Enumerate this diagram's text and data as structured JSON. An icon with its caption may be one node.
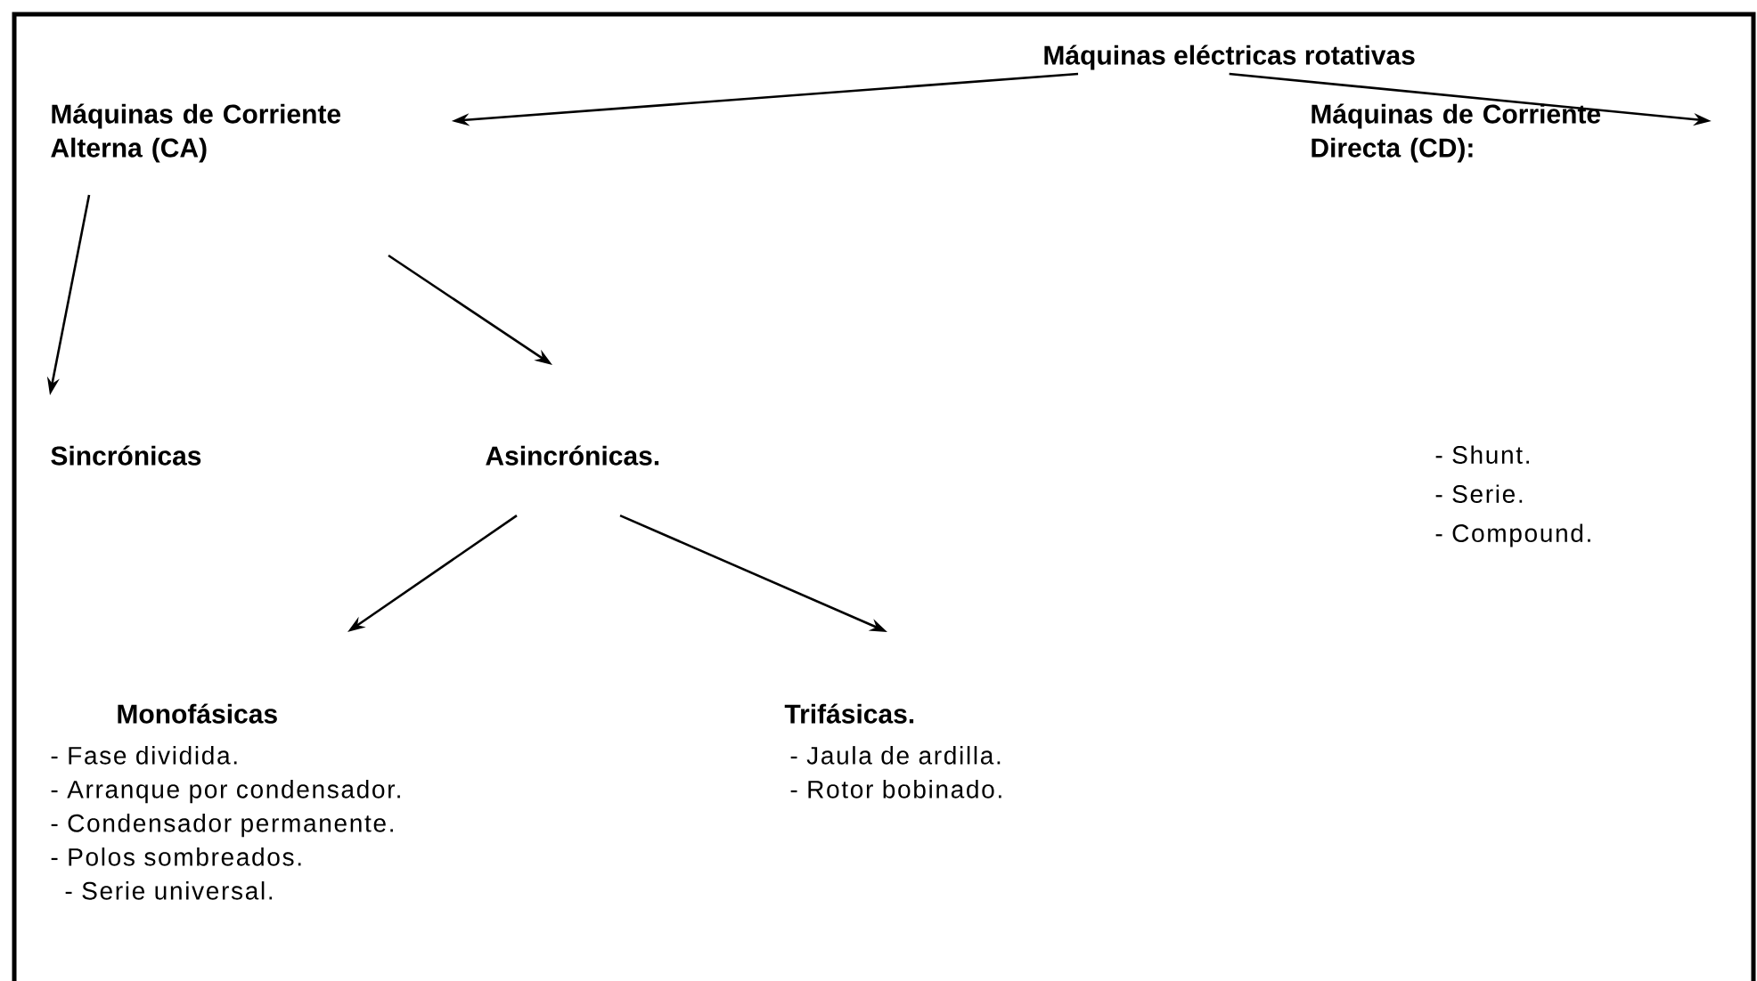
{
  "diagram": {
    "nodes": [
      {
        "text": [
          "Máquinas eléctricas rotativas"
        ]
      },
      {
        "text": [
          "Máquinas de Corriente Alterna (CA)"
        ]
      },
      {
        "text": [
          "Máquinas de Corriente Directa (CD):"
        ]
      },
      {
        "text": [
          "Sincrónicas"
        ]
      },
      {
        "text": [
          "Asincrónicas."
        ]
      },
      {
        "text": [
          "Monofásicas",
          "- Fase dividida.",
          "- Arranque por condensador.",
          "- Condensador permanente.",
          "- Polos sombreados.",
          "- Serie universal."
        ]
      },
      {
        "text": [
          "Trifásicas.",
          "- Jaula de ardilla.",
          "- Rotor bobinado."
        ]
      }
    ],
    "edges": [
      {
        "from": 0,
        "to": 1,
        "arrow": "to"
      },
      {
        "from": 0,
        "to": 2,
        "arrow": "to"
      },
      {
        "from": 1,
        "to": 3,
        "arrow": "to"
      },
      {
        "from": 1,
        "to": 4,
        "arrow": "to"
      },
      {
        "from": 4,
        "to": 5,
        "arrow": "to"
      },
      {
        "from": 4,
        "to": 6,
        "arrow": "to"
      }
    ],
    "labels": [
      "- Shunt.",
      "- Serie.",
      "- Compound."
    ]
  }
}
